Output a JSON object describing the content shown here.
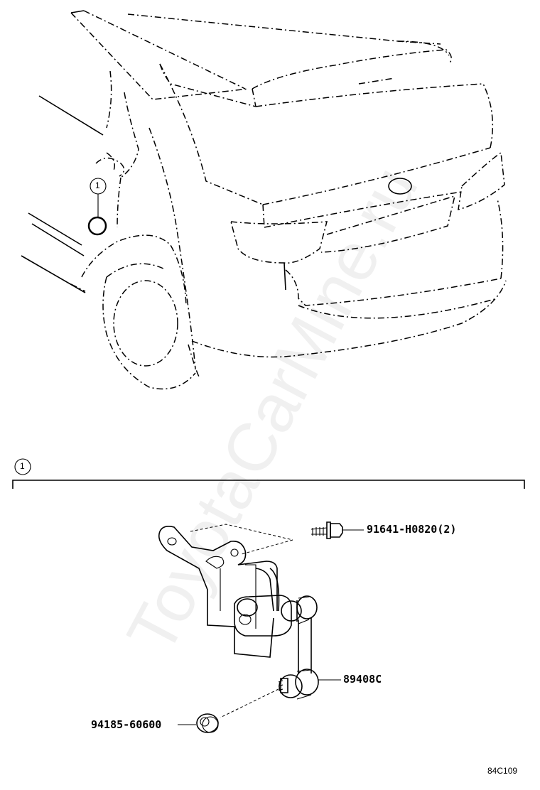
{
  "diagram": {
    "callouts": [
      {
        "id": "1"
      },
      {
        "id": "1"
      }
    ],
    "parts": [
      {
        "number": "91641-H0820(2)"
      },
      {
        "number": "89408C"
      },
      {
        "number": "94185-60600"
      }
    ],
    "figure_ref": "84C109",
    "watermark": "ToyotaCarMine.ru"
  },
  "colors": {
    "line": "#000000",
    "background": "#ffffff",
    "watermark": "#e6e6e6"
  }
}
